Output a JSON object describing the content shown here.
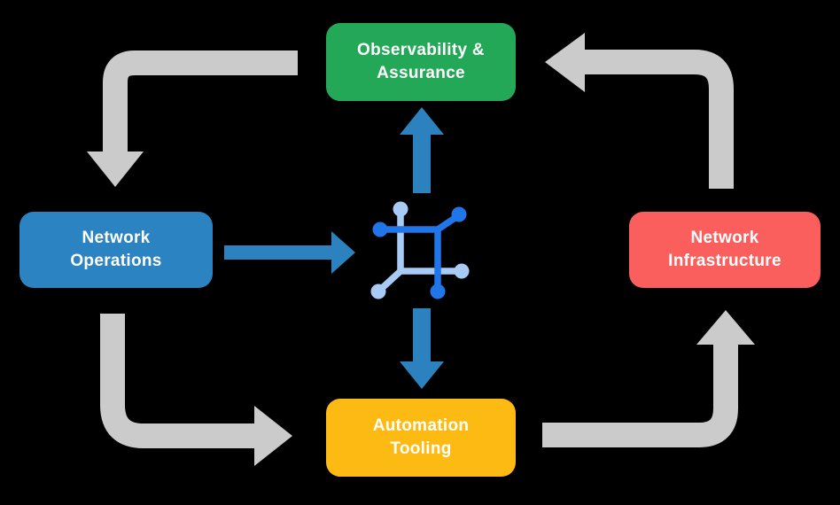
{
  "diagram": {
    "nodes": {
      "observability": {
        "line1": "Observability &",
        "line2": "Assurance",
        "color": "#23a857"
      },
      "operations": {
        "line1": "Network",
        "line2": "Operations",
        "color": "#2b84c1"
      },
      "infrastructure": {
        "line1": "Network",
        "line2": "Infrastructure",
        "color": "#fb5f5d"
      },
      "automation": {
        "line1": "Automation",
        "line2": "Tooling",
        "color": "#fdba12"
      }
    },
    "colors": {
      "background": "#000000",
      "cycle_arrow": "#cbcbcb",
      "flow_arrow": "#2b82bf",
      "icon_primary": "#2076e8",
      "icon_secondary": "#a8cbf5",
      "label_text": "#ffffff"
    },
    "center_icon": "network-mesh-icon"
  }
}
